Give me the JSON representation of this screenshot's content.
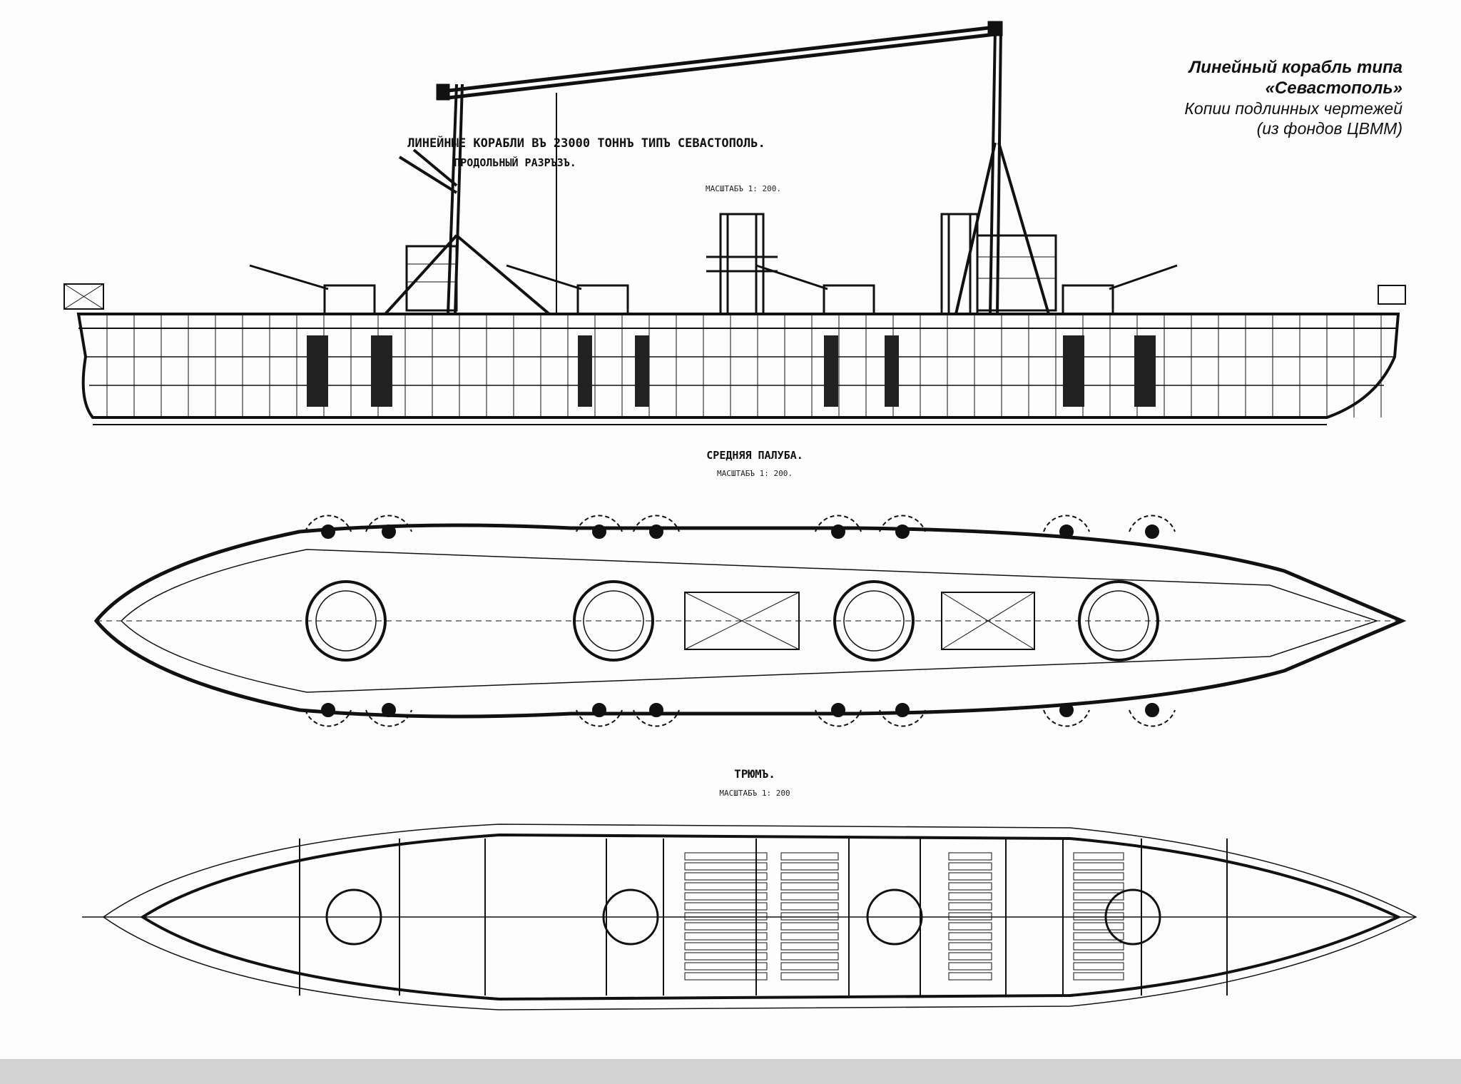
{
  "caption": {
    "line1": "Линейный корабль типа",
    "line2": "«Севастополь»",
    "line3": "Копии подлинных чертежей",
    "line4": "(из фондов ЦВММ)"
  },
  "profile": {
    "title": "ЛИНЕЙНЫЕ КОРАБЛИ ВЪ 23000 ТОННЪ ТИПЪ СЕВАСТОПОЛЬ.",
    "subtitle": "ПРОДОЛЬНЫЙ РАЗРЪЗЪ.",
    "scale": "МАСШТАБЪ 1: 200."
  },
  "middle_deck": {
    "title": "СРЕДНЯЯ ПАЛУБА.",
    "scale": "МАСШТАБЪ 1: 200."
  },
  "hold": {
    "title": "ТРЮМЪ.",
    "scale": "МАСШТАБЪ 1: 200"
  },
  "colors": {
    "ink": "#111111",
    "paper": "#fdfdfd",
    "edge": "#c8c8c8"
  }
}
